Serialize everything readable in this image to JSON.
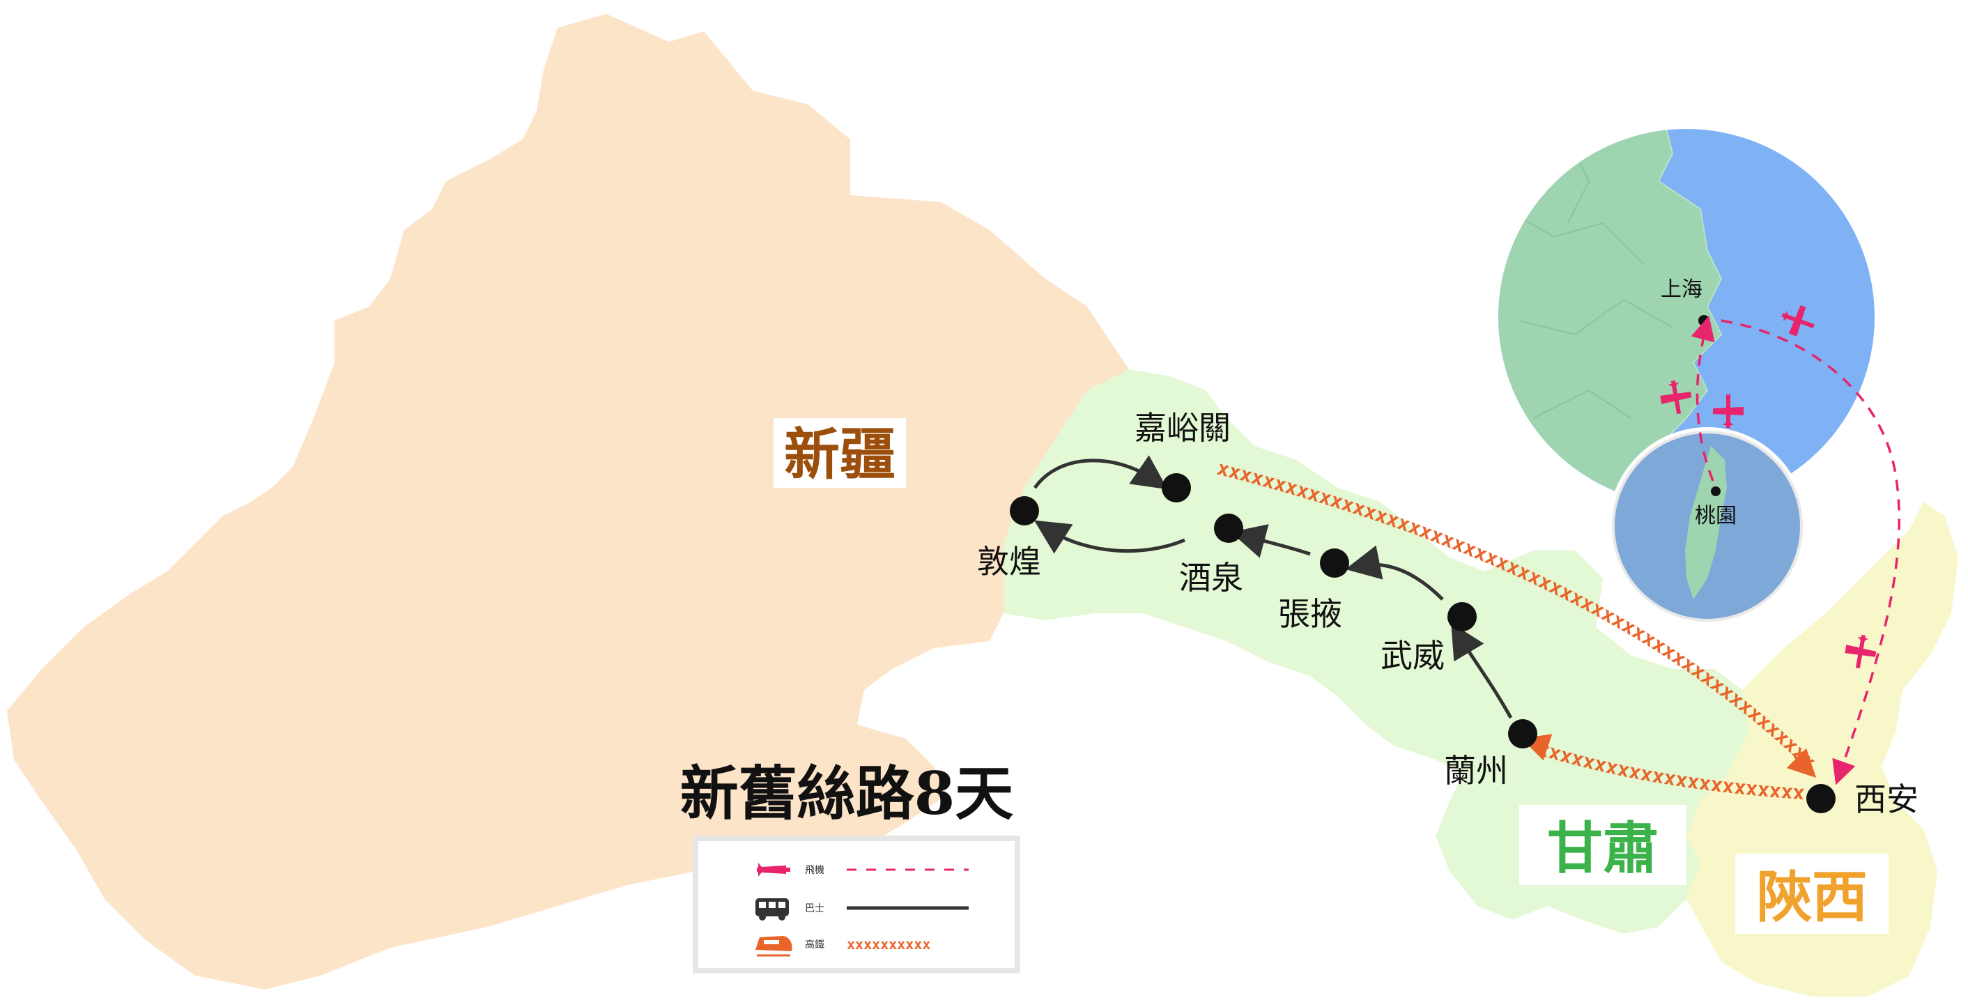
{
  "title": "新舊絲路8天",
  "regions": {
    "xinjiang": "新疆",
    "gansu": "甘肅",
    "shaanxi": "陝西"
  },
  "cities": {
    "jiayuguan": "嘉峪關",
    "dunhuang": "敦煌",
    "jiuquan": "酒泉",
    "zhangye": "張掖",
    "wuwei": "武威",
    "lanzhou": "蘭州",
    "xian": "西安"
  },
  "inset": {
    "shanghai": "上海",
    "taoyuan": "桃園"
  },
  "legend": {
    "flight": "飛機",
    "bus": "巴士",
    "rail": "高鐵",
    "rail_symbol": "xxxxxxxxxx"
  },
  "rail_marks": {
    "jiayuguan_xian": "xxxxxxxxxxxxxxxxxxxxxxxxxxxxxxxxxxxxxxxxxxxxxxxxxxxxxxxxxxxxxxxxxxxxxxxxxx",
    "xian_lanzhou": "xxxxxxxxxxxxxxxxxxxxxxxxx"
  },
  "colors": {
    "xinjiang_fill": "#fce4c8",
    "gansu_fill": "#e3f8d4",
    "shaanxi_fill": "#f8f7c9",
    "xinjiang_label": "#9c4f0c",
    "gansu_label": "#3bb24a",
    "shaanxi_label": "#f0a22c",
    "flight": "#e8246c",
    "rail": "#e8642a",
    "bus": "#333333",
    "sea": "#7fb2f5",
    "land_inset": "#9ed4b0",
    "taiwan_sea": "#7ea8d8"
  },
  "icons": [
    "airplane-icon",
    "bus-icon",
    "train-icon"
  ]
}
